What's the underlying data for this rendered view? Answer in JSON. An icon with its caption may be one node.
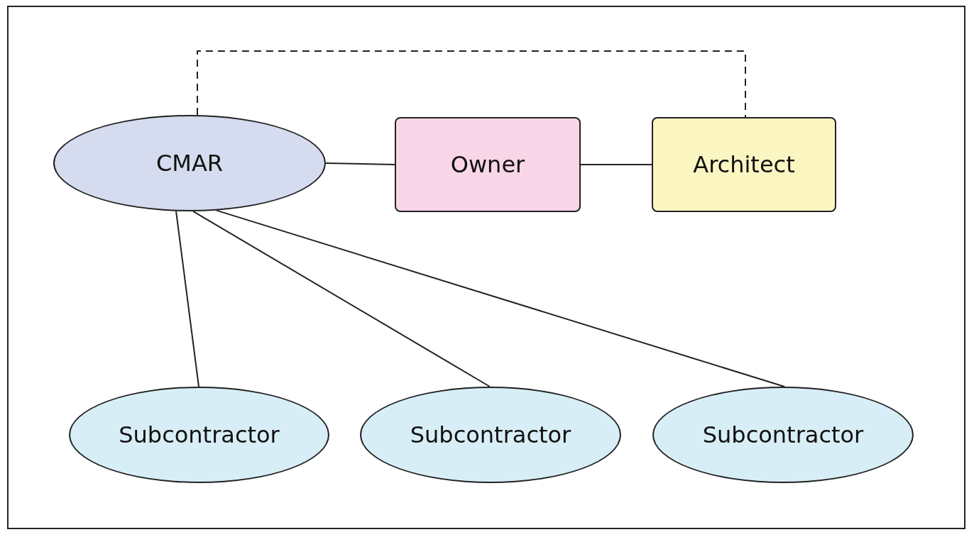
{
  "diagram": {
    "nodes": [
      {
        "text": [
          "CMAR"
        ]
      },
      {
        "text": [
          "Owner"
        ]
      },
      {
        "text": [
          "Architect"
        ]
      },
      {
        "text": [
          "Subcontractor"
        ]
      },
      {
        "text": [
          "Subcontractor"
        ]
      },
      {
        "text": [
          "Subcontractor"
        ]
      }
    ],
    "edges": [
      {
        "from": 0,
        "to": 1,
        "arrow": "none"
      },
      {
        "from": 1,
        "to": 2,
        "arrow": "none"
      },
      {
        "from": 0,
        "to": 2,
        "arrow": "none",
        "style": "dashed"
      },
      {
        "from": 0,
        "to": 3,
        "arrow": "none"
      },
      {
        "from": 0,
        "to": 4,
        "arrow": "none"
      },
      {
        "from": 0,
        "to": 5,
        "arrow": "none"
      }
    ]
  }
}
